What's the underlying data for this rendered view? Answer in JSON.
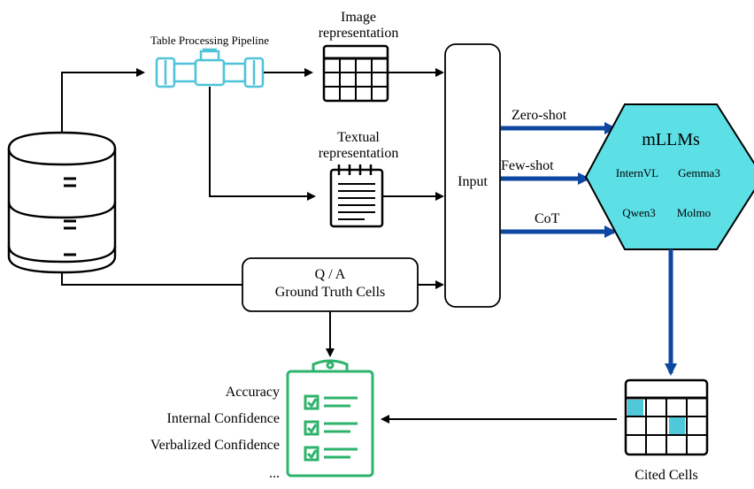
{
  "pipeline": {
    "label": "Table Processing Pipeline"
  },
  "image_repr": {
    "line1": "Image",
    "line2": "representation"
  },
  "text_repr": {
    "line1": "Textual",
    "line2": "representation"
  },
  "qa": {
    "line1": "Q / A",
    "line2": "Ground Truth Cells"
  },
  "input": {
    "label": "Input"
  },
  "prompting": {
    "zero_shot": "Zero-shot",
    "few_shot": "Few-shot",
    "cot": "CoT"
  },
  "models": {
    "title": "mLLMs",
    "items": [
      "InternVL",
      "Gemma3",
      "Qwen3",
      "Molmo"
    ]
  },
  "output": {
    "cited_cells": "Cited Cells"
  },
  "metrics": {
    "items": [
      "Accuracy",
      "Internal Confidence",
      "Verbalized Confidence",
      "..."
    ]
  },
  "colors": {
    "pipe": "#4fc3d9",
    "hexagon": "#5ce0e6",
    "arrow_blue": "#0d47a1",
    "checklist": "#2db36b",
    "cell_highlight": "#4fc9d9"
  },
  "icons": [
    "database-icon",
    "pipe-icon",
    "table-grid-icon",
    "notepad-icon",
    "checklist-icon"
  ]
}
